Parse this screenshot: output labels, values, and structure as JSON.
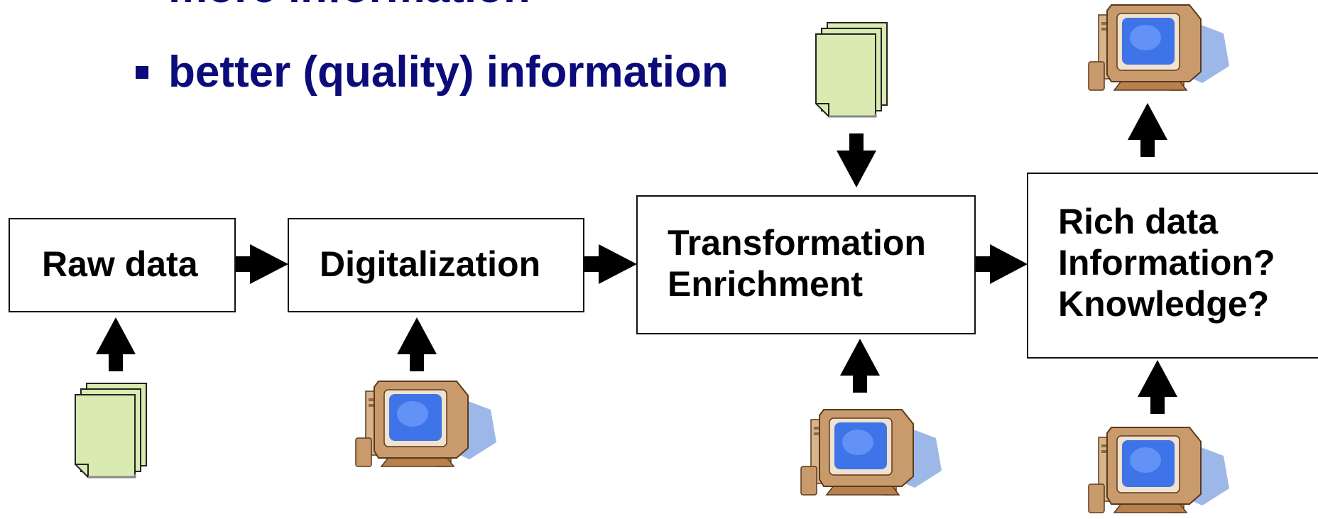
{
  "bullets": [
    {
      "text": "more information"
    },
    {
      "text": "better (quality) information"
    }
  ],
  "pipeline": {
    "raw": {
      "label": "Raw data"
    },
    "digitalization": {
      "label": "Digitalization"
    },
    "transformation": {
      "lines": [
        "Transformation",
        "Enrichment"
      ]
    },
    "rich": {
      "lines": [
        "Rich data",
        "Information?",
        "Knowledge?"
      ]
    }
  },
  "colors": {
    "bullet_text": "#0b0b7a",
    "document_fill": "#d9ebb0",
    "monitor_case": "#c99a6b",
    "screen": "#3f74e8",
    "shadow": "#9db8e8"
  },
  "icons": {
    "document": "document-stack-icon",
    "computer": "computer-icon"
  }
}
